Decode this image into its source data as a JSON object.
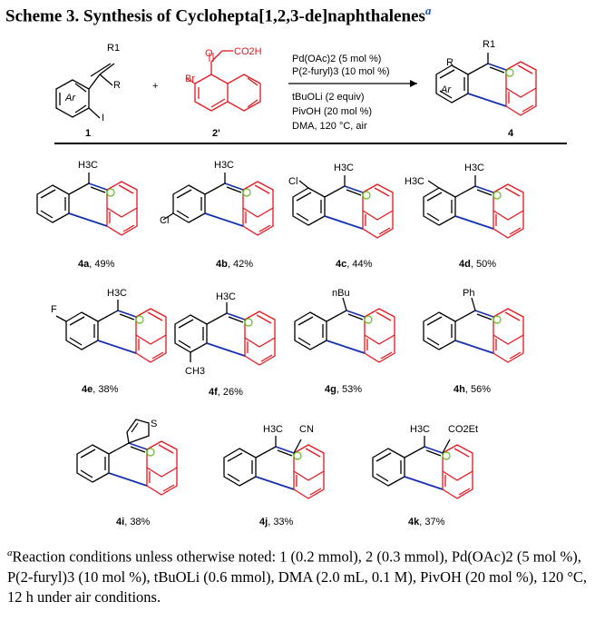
{
  "title": {
    "text": "Scheme 3. Synthesis of Cyclohepta[1,2,3-de]naphthalenes",
    "marker": "a"
  },
  "reaction": {
    "reactant1": {
      "number": "1",
      "r1": "R1",
      "r": "R",
      "ar": "Ar",
      "halide": "I"
    },
    "plus": "+",
    "reactant2": {
      "number": "2'",
      "br": "Br",
      "o": "O",
      "acid": "CO2H"
    },
    "conditions": [
      "Pd(OAc)2 (5 mol %)",
      "P(2-furyl)3 (10 mol %)",
      "tBuOLi (2 equiv)",
      "PivOH (20 mol %)",
      "DMA, 120 °C, air"
    ],
    "product": {
      "number": "4",
      "r1": "R1",
      "r": "R",
      "ar": "Ar"
    }
  },
  "compounds": [
    {
      "id": "4a",
      "yield": "49%",
      "top": "H3C",
      "sub": ""
    },
    {
      "id": "4b",
      "yield": "42%",
      "top": "H3C",
      "sub": "Cl"
    },
    {
      "id": "4c",
      "yield": "44%",
      "top": "H3C",
      "sub": "Cl"
    },
    {
      "id": "4d",
      "yield": "50%",
      "top": "H3C",
      "sub": "H3C"
    },
    {
      "id": "4e",
      "yield": "38%",
      "top": "H3C",
      "sub": "F"
    },
    {
      "id": "4f",
      "yield": "26%",
      "top": "H3C",
      "sub": "CH3"
    },
    {
      "id": "4g",
      "yield": "53%",
      "top": "nBu",
      "sub": ""
    },
    {
      "id": "4h",
      "yield": "56%",
      "top": "Ph",
      "sub": ""
    },
    {
      "id": "4i",
      "yield": "38%",
      "top": "S",
      "sub": ""
    },
    {
      "id": "4j",
      "yield": "33%",
      "top": "H3C",
      "sub": "CN"
    },
    {
      "id": "4k",
      "yield": "37%",
      "top": "H3C",
      "sub": "CO2Et"
    }
  ],
  "footnote": "Reaction conditions unless otherwise noted: 1 (0.2 mmol), 2 (0.3 mmol), Pd(OAc)2 (5 mol %), P(2-furyl)3 (10 mol %), tBuOLi (0.6 mmol), DMA (2.0 mL, 0.1 M), PivOH (20 mol %), 120 °C, 12 h under air conditions.",
  "colors": {
    "naphthalene": "#e8141b",
    "new_bond": "#1530b0",
    "ch_marker": "#5bbf1e",
    "title_marker": "#1a4fc0"
  }
}
